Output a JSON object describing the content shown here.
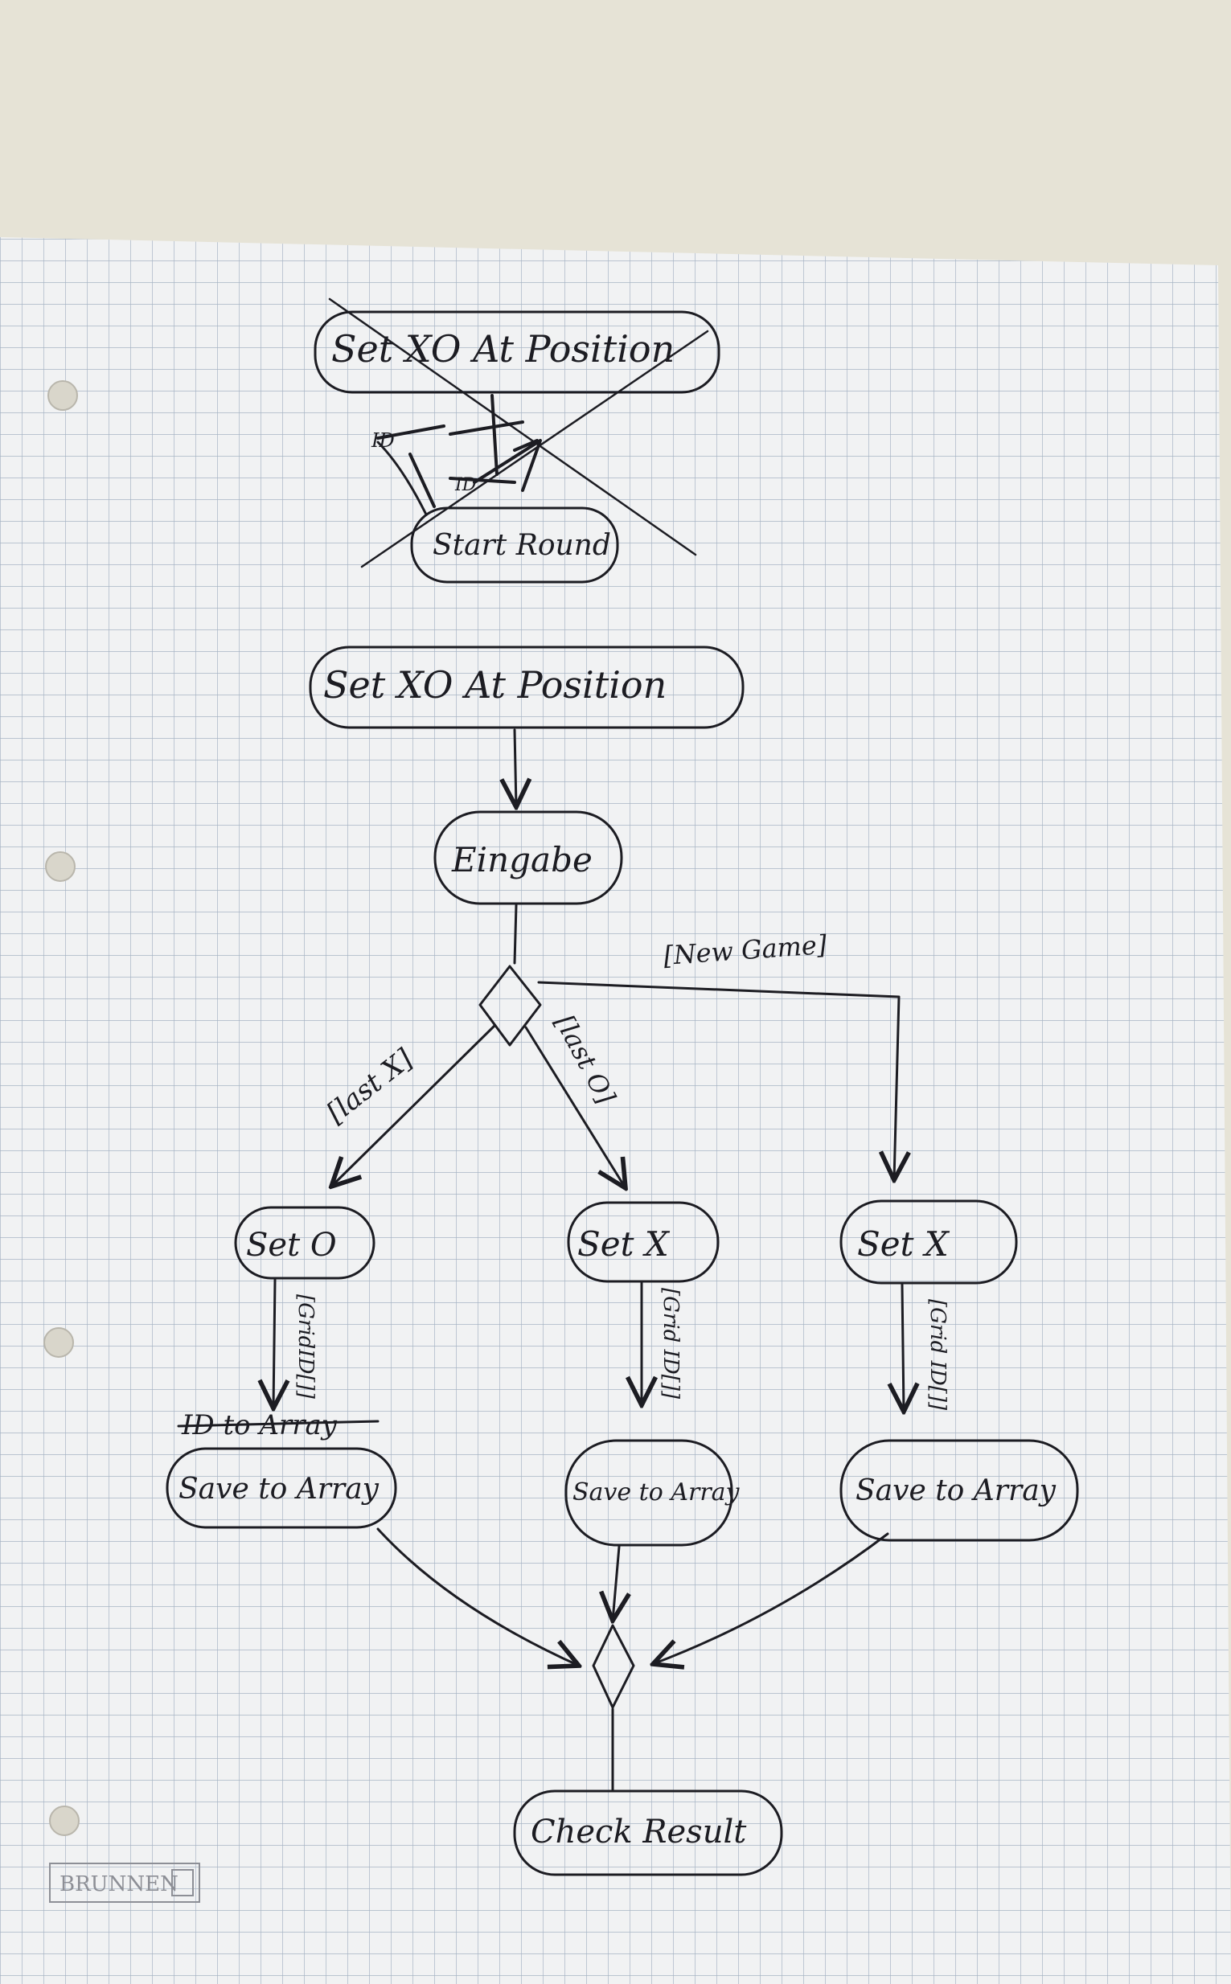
{
  "brand": "BRUNNEN",
  "nodes": {
    "crossed_top": "Set XO At Position",
    "crossed_start": "Start Round",
    "set_xo": "Set XO At Position",
    "eingabe": "Eingabe",
    "set_o": "Set O",
    "set_x_mid": "Set X",
    "set_x_right": "Set X",
    "save_left": "Save to Array",
    "save_mid": "Save to Array",
    "save_right": "Save to Array",
    "check": "Check Result"
  },
  "guards": {
    "last_x": "[last X]",
    "last_o": "[last O]",
    "new_game": "[New Game]",
    "grid_left": "[GridID[]]",
    "grid_mid": "[Grid ID[]]",
    "grid_right": "[Grid ID[]]"
  },
  "scribbles": {
    "crossed_edge": "ID to Array"
  }
}
